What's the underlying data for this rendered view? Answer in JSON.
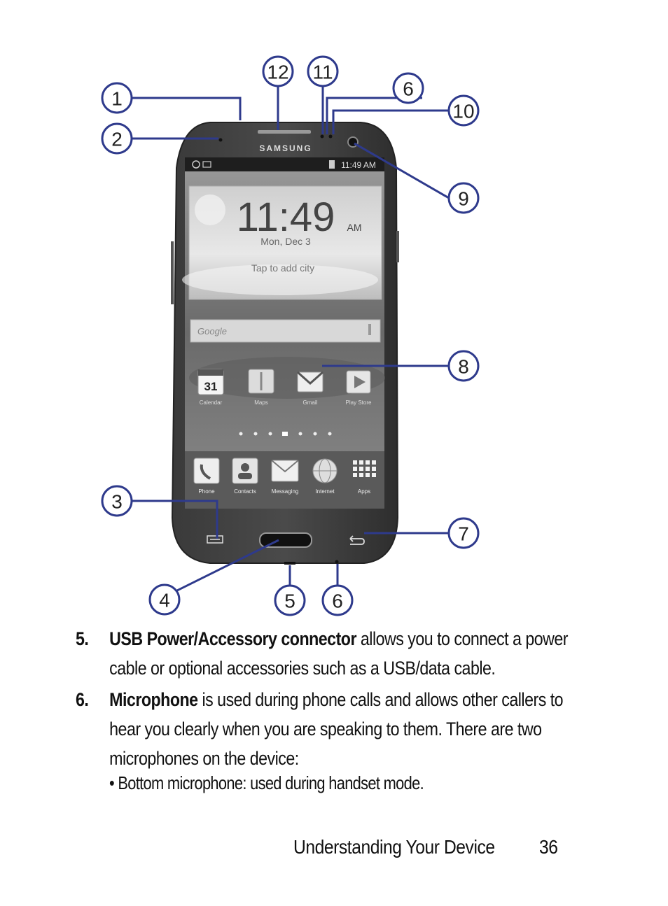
{
  "phone": {
    "brand": "SAMSUNG",
    "status_time": "11:49 AM",
    "clock_time": "11:49",
    "clock_ampm": "AM",
    "clock_date": "Mon, Dec 3",
    "weather_hint": "Tap to add city",
    "search_label": "Google",
    "dock_apps": [
      "Calendar",
      "Maps",
      "Gmail",
      "Play Store"
    ],
    "calendar_day": "31",
    "bottom_apps": [
      "Phone",
      "Contacts",
      "Messaging",
      "Internet",
      "Apps"
    ]
  },
  "callouts": [
    "1",
    "2",
    "3",
    "4",
    "5",
    "6",
    "7",
    "8",
    "9",
    "10",
    "11",
    "12",
    "6"
  ],
  "items": [
    {
      "number": "5.",
      "title": "USB Power/Accessory connector",
      "text": " allows you to connect a power cable or optional accessories such as a USB/data cable."
    },
    {
      "number": "6.",
      "title": "Microphone",
      "text": " is used during phone calls and allows other callers to hear you clearly when you are speaking to them. There are two microphones on the device:"
    }
  ],
  "bullet": "• Bottom microphone: used during handset mode.",
  "footer": {
    "section": "Understanding Your Device",
    "page": "36"
  }
}
